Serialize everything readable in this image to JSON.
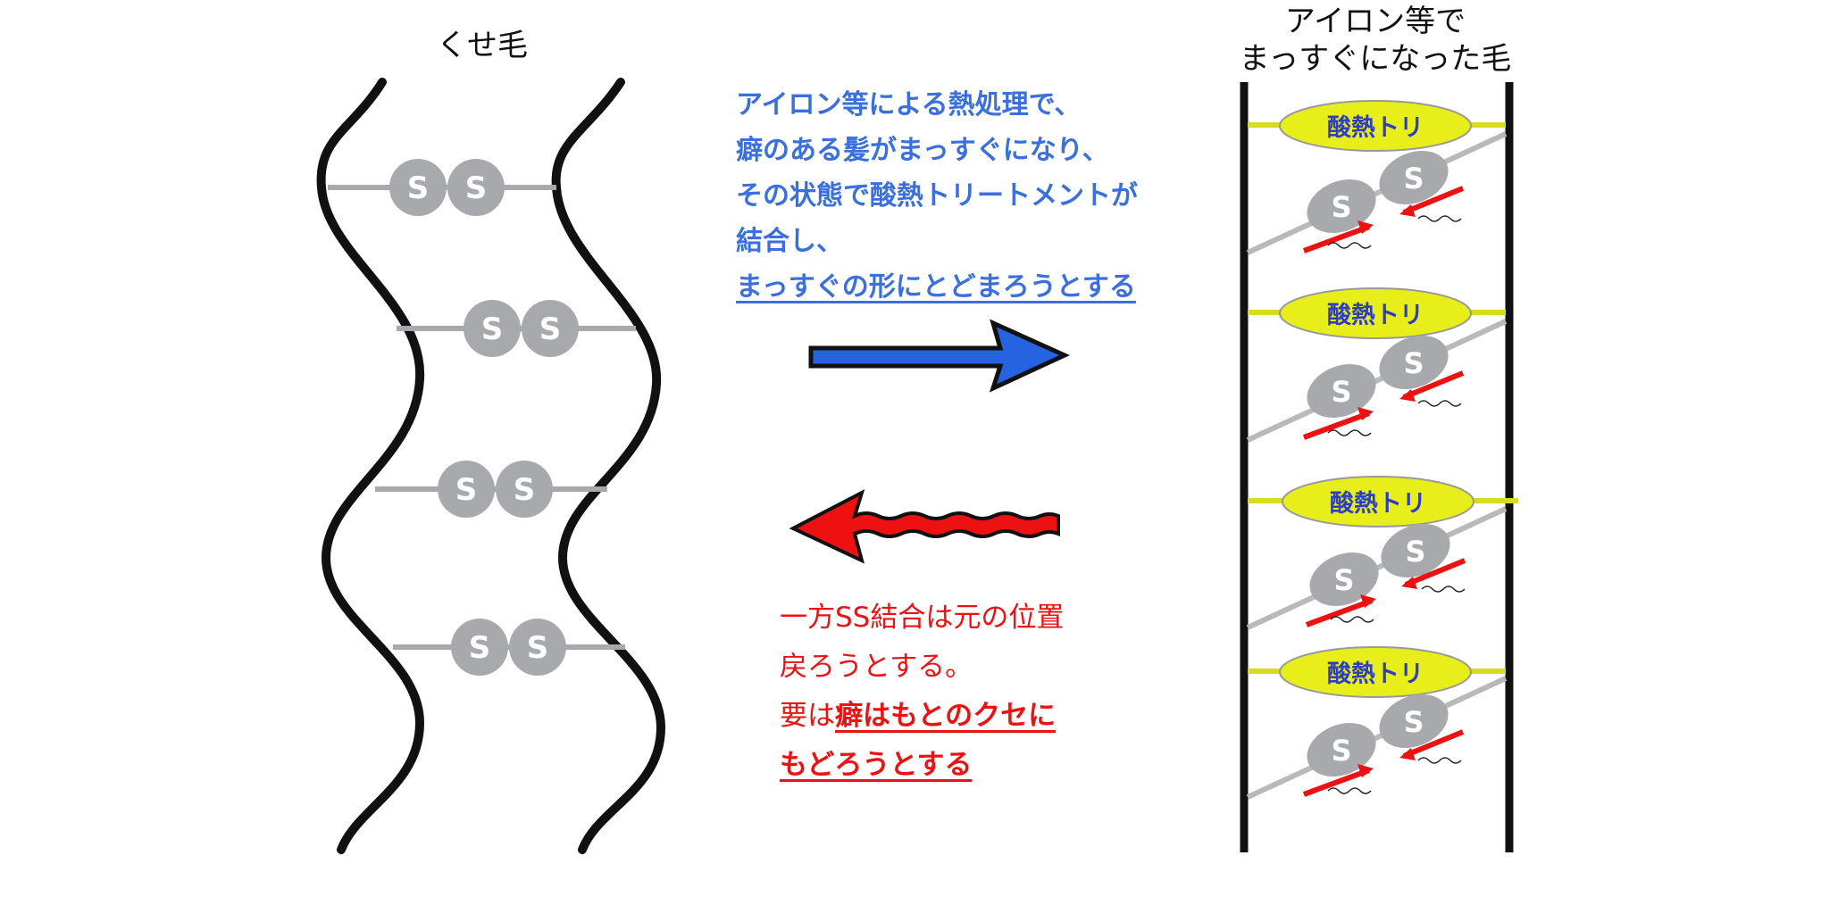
{
  "left_panel": {
    "title": "くせ毛",
    "bonds": [
      {
        "s1": "S",
        "s2": "S"
      },
      {
        "s1": "S",
        "s2": "S"
      },
      {
        "s1": "S",
        "s2": "S"
      },
      {
        "s1": "S",
        "s2": "S"
      }
    ]
  },
  "right_panel": {
    "title_line1": "アイロン等で",
    "title_line2": "まっすぐになった毛",
    "units": [
      {
        "label": "酸熱トリ",
        "s1": "S",
        "s2": "S"
      },
      {
        "label": "酸熱トリ",
        "s1": "S",
        "s2": "S"
      },
      {
        "label": "酸熱トリ",
        "s1": "S",
        "s2": "S"
      },
      {
        "label": "酸熱トリ",
        "s1": "S",
        "s2": "S"
      }
    ]
  },
  "blue_text": {
    "line1": "アイロン等による熱処理で、",
    "line2": "癖のある髪がまっすぐになり、",
    "line3": "その状態で酸熱トリートメントが",
    "line4": "結合し、",
    "line5": "まっすぐの形にとどまろうとする"
  },
  "red_text": {
    "line1": "一方SS結合は元の位置",
    "line2": "戻ろうとする。",
    "line3_prefix": "要は",
    "line3_emph": "癖はもとのクセに",
    "line4": "もどろうとする"
  },
  "colors": {
    "blue_text": "#3a6fe0",
    "blue_arrow": "#2563e0",
    "red": "#ee1111",
    "ss_ball": "#a7a9ad",
    "pill_fill": "#e8ee1a",
    "pill_text": "#2d3fc0",
    "strand": "#111111"
  },
  "icons": {
    "forward_arrow": "arrow-right-icon",
    "return_arrow": "wavy-arrow-left-icon"
  }
}
